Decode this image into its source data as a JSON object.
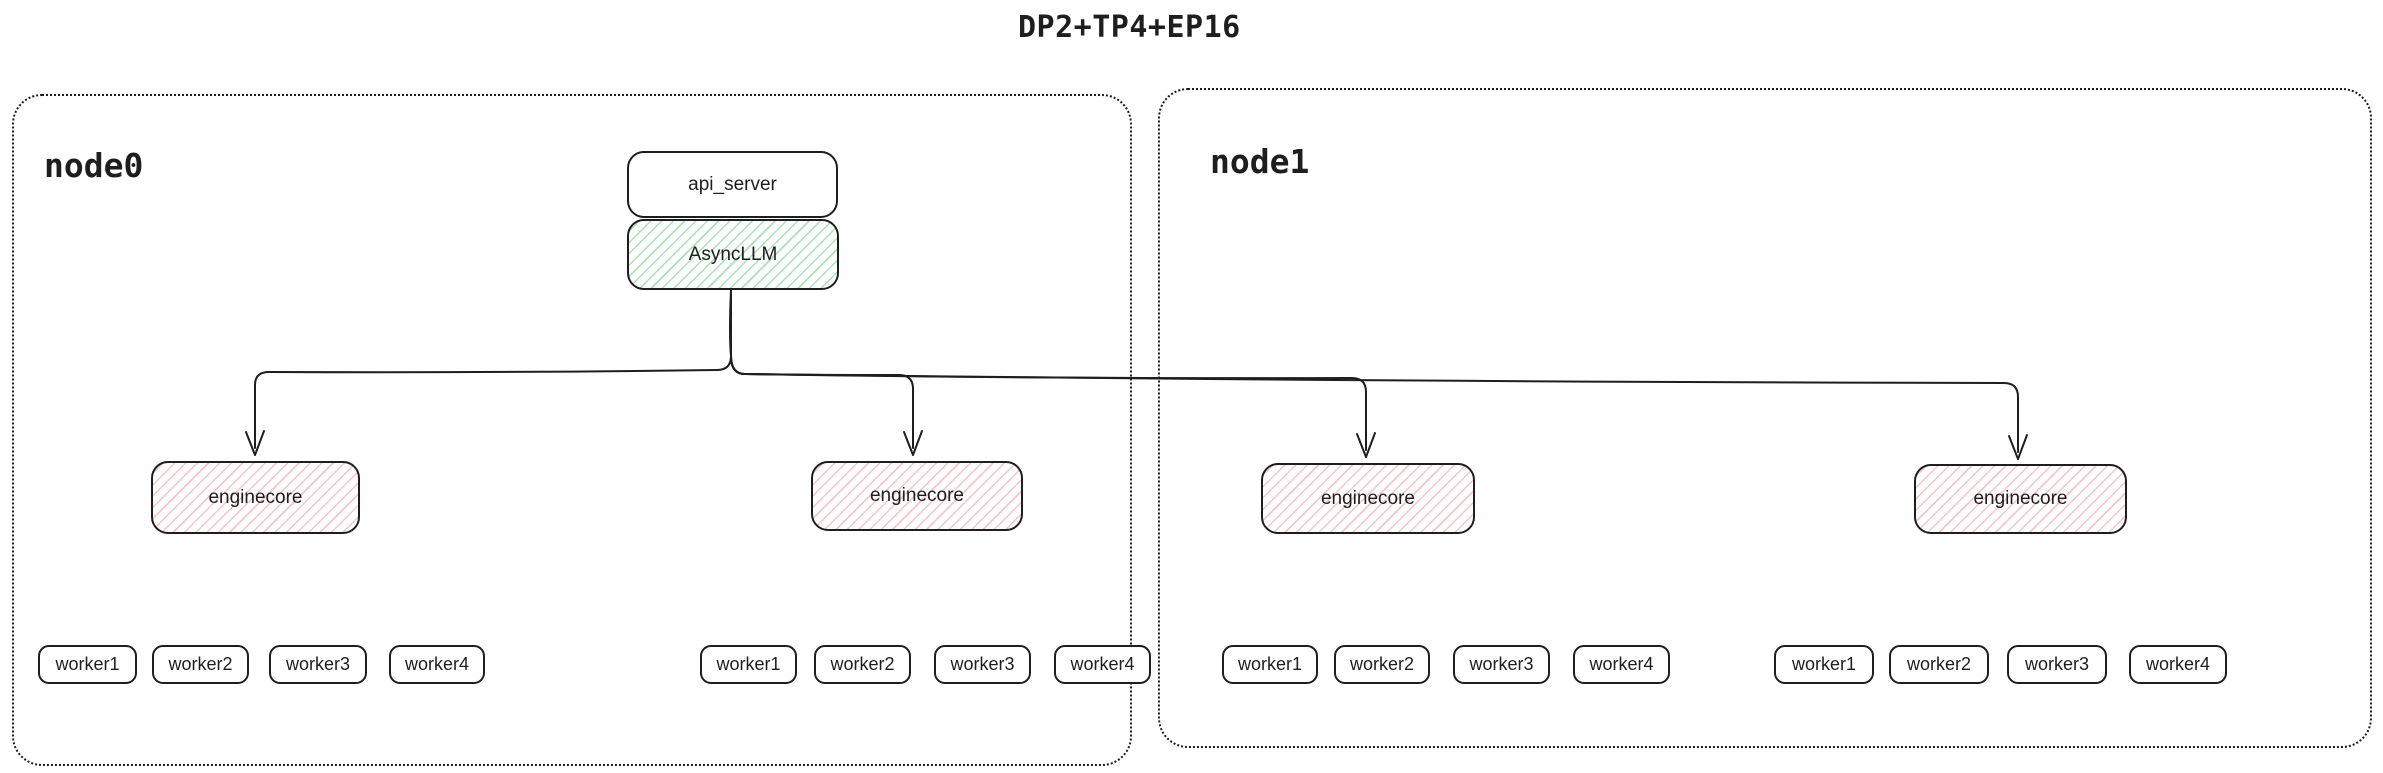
{
  "title": "DP2+TP4+EP16",
  "colors": {
    "stroke": "#1e1e1e",
    "green_hatch": "#40c057",
    "red_hatch": "#e03131",
    "background": "#ffffff"
  },
  "node0": {
    "label": "node0",
    "api_server_label": "api_server",
    "async_llm_label": "AsyncLLM",
    "enginecores": [
      {
        "label": "enginecore",
        "workers": [
          "worker1",
          "worker2",
          "worker3",
          "worker4"
        ]
      },
      {
        "label": "enginecore",
        "workers": [
          "worker1",
          "worker2",
          "worker3",
          "worker4"
        ]
      }
    ]
  },
  "node1": {
    "label": "node1",
    "enginecores": [
      {
        "label": "enginecore",
        "workers": [
          "worker1",
          "worker2",
          "worker3",
          "worker4"
        ]
      },
      {
        "label": "enginecore",
        "workers": [
          "worker1",
          "worker2",
          "worker3",
          "worker4"
        ]
      }
    ]
  }
}
